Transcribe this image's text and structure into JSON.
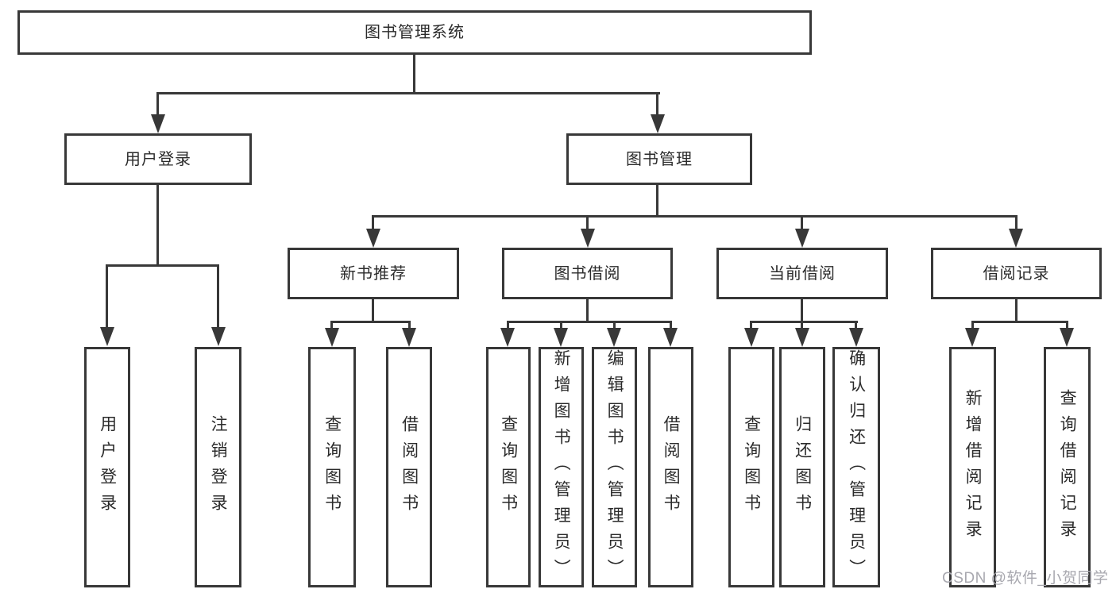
{
  "diagram": {
    "root": {
      "label": "图书管理系统",
      "children": [
        {
          "label": "用户登录",
          "children": [
            {
              "label": "用户登录"
            },
            {
              "label": "注销登录"
            }
          ]
        },
        {
          "label": "图书管理",
          "children": [
            {
              "label": "新书推荐",
              "children": [
                {
                  "label": "查询图书"
                },
                {
                  "label": "借阅图书"
                }
              ]
            },
            {
              "label": "图书借阅",
              "children": [
                {
                  "label": "查询图书"
                },
                {
                  "label": "新增图书（管理员）"
                },
                {
                  "label": "编辑图书（管理员）"
                },
                {
                  "label": "借阅图书"
                }
              ]
            },
            {
              "label": "当前借阅",
              "children": [
                {
                  "label": "查询图书"
                },
                {
                  "label": "归还图书"
                },
                {
                  "label": "确认归还（管理员）"
                }
              ]
            },
            {
              "label": "借阅记录",
              "children": [
                {
                  "label": "新增借阅记录"
                },
                {
                  "label": "查询借阅记录"
                }
              ]
            }
          ]
        }
      ]
    }
  },
  "watermark": {
    "text": "CSDN @软件_小贺同学"
  },
  "colors": {
    "line": "#383838",
    "text": "#2b2b2b",
    "background": "#ffffff",
    "watermark": "#a8a8af"
  }
}
